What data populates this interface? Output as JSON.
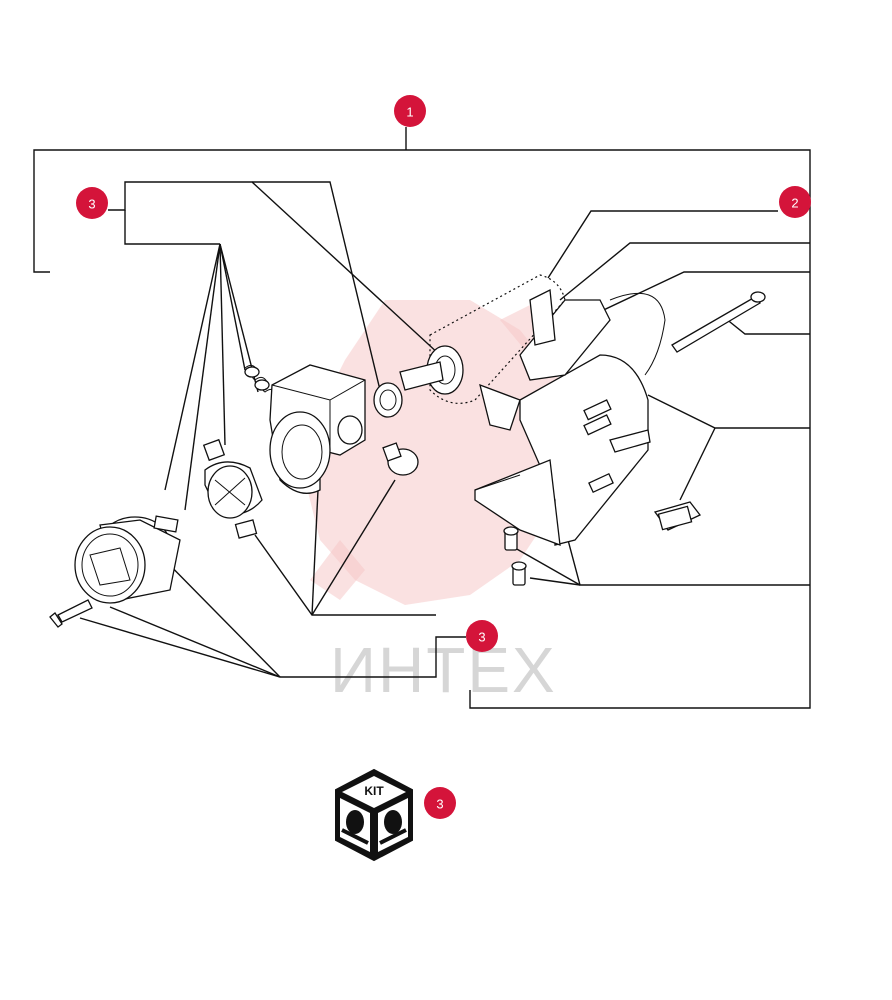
{
  "watermark": {
    "text": "ИНТЕХ",
    "color": "#f6c9c9"
  },
  "callouts": [
    {
      "id": "callout-1",
      "label": "1"
    },
    {
      "id": "callout-2",
      "label": "2"
    },
    {
      "id": "callout-3a",
      "label": "3"
    },
    {
      "id": "callout-3b",
      "label": "3"
    },
    {
      "id": "callout-3c",
      "label": "3"
    }
  ],
  "kit_badge": {
    "label": "KIT"
  },
  "colors": {
    "callout": "#d4143a",
    "lines": "#111111"
  }
}
